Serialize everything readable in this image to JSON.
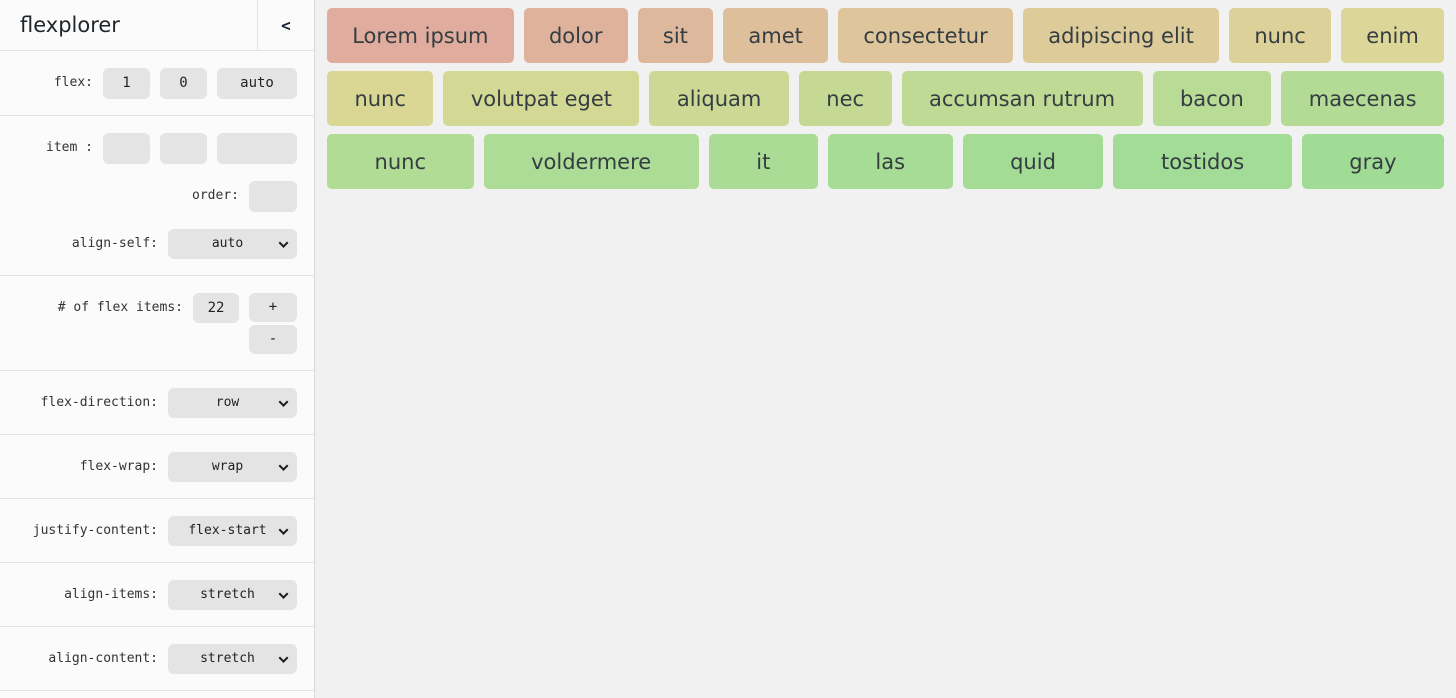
{
  "sidebar": {
    "title": "flexplorer",
    "collapse_label": "<",
    "flex_section": {
      "label": "flex:",
      "grow_value": "1",
      "shrink_value": "0",
      "basis_value": "auto"
    },
    "item_section": {
      "item_label": "item :",
      "item_grow_value": "",
      "item_shrink_value": "",
      "item_basis_value": "",
      "order_label": "order:",
      "order_value": "",
      "align_self_label": "align-self:",
      "align_self_value": "auto"
    },
    "count_section": {
      "label": "# of flex items:",
      "value": "22",
      "increment_label": "+",
      "decrement_label": "-"
    },
    "selects": [
      {
        "label": "flex-direction:",
        "value": "row"
      },
      {
        "label": "flex-wrap:",
        "value": "wrap"
      },
      {
        "label": "justify-content:",
        "value": "flex-start"
      },
      {
        "label": "align-items:",
        "value": "stretch"
      },
      {
        "label": "align-content:",
        "value": "stretch"
      }
    ]
  },
  "main": {
    "items": [
      {
        "label": "Lorem ipsum",
        "color": "#dfac9d"
      },
      {
        "label": "dolor",
        "color": "#dfb29c"
      },
      {
        "label": "sit",
        "color": "#deb89c"
      },
      {
        "label": "amet",
        "color": "#debf9c"
      },
      {
        "label": "consectetur",
        "color": "#dec59b"
      },
      {
        "label": "adipiscing elit",
        "color": "#ddcb9a"
      },
      {
        "label": "nunc",
        "color": "#ddd19a"
      },
      {
        "label": "enim",
        "color": "#ddd699"
      },
      {
        "label": "nunc",
        "color": "#dad794"
      },
      {
        "label": "volutpat eget",
        "color": "#d3d894"
      },
      {
        "label": "aliquam",
        "color": "#ccd894"
      },
      {
        "label": "nec",
        "color": "#c5d994"
      },
      {
        "label": "accumsan rutrum",
        "color": "#beda95"
      },
      {
        "label": "bacon",
        "color": "#b8db95"
      },
      {
        "label": "maecenas",
        "color": "#b3db96"
      },
      {
        "label": "nunc",
        "color": "#b0dc96"
      },
      {
        "label": "voldermere",
        "color": "#addc96"
      },
      {
        "label": "it",
        "color": "#aadc96"
      },
      {
        "label": "las",
        "color": "#a7dc96"
      },
      {
        "label": "quid",
        "color": "#a4dc96"
      },
      {
        "label": "tostidos",
        "color": "#a2dc96"
      },
      {
        "label": "gray",
        "color": "#a0dc96"
      }
    ],
    "background": "#f1f1f2"
  }
}
